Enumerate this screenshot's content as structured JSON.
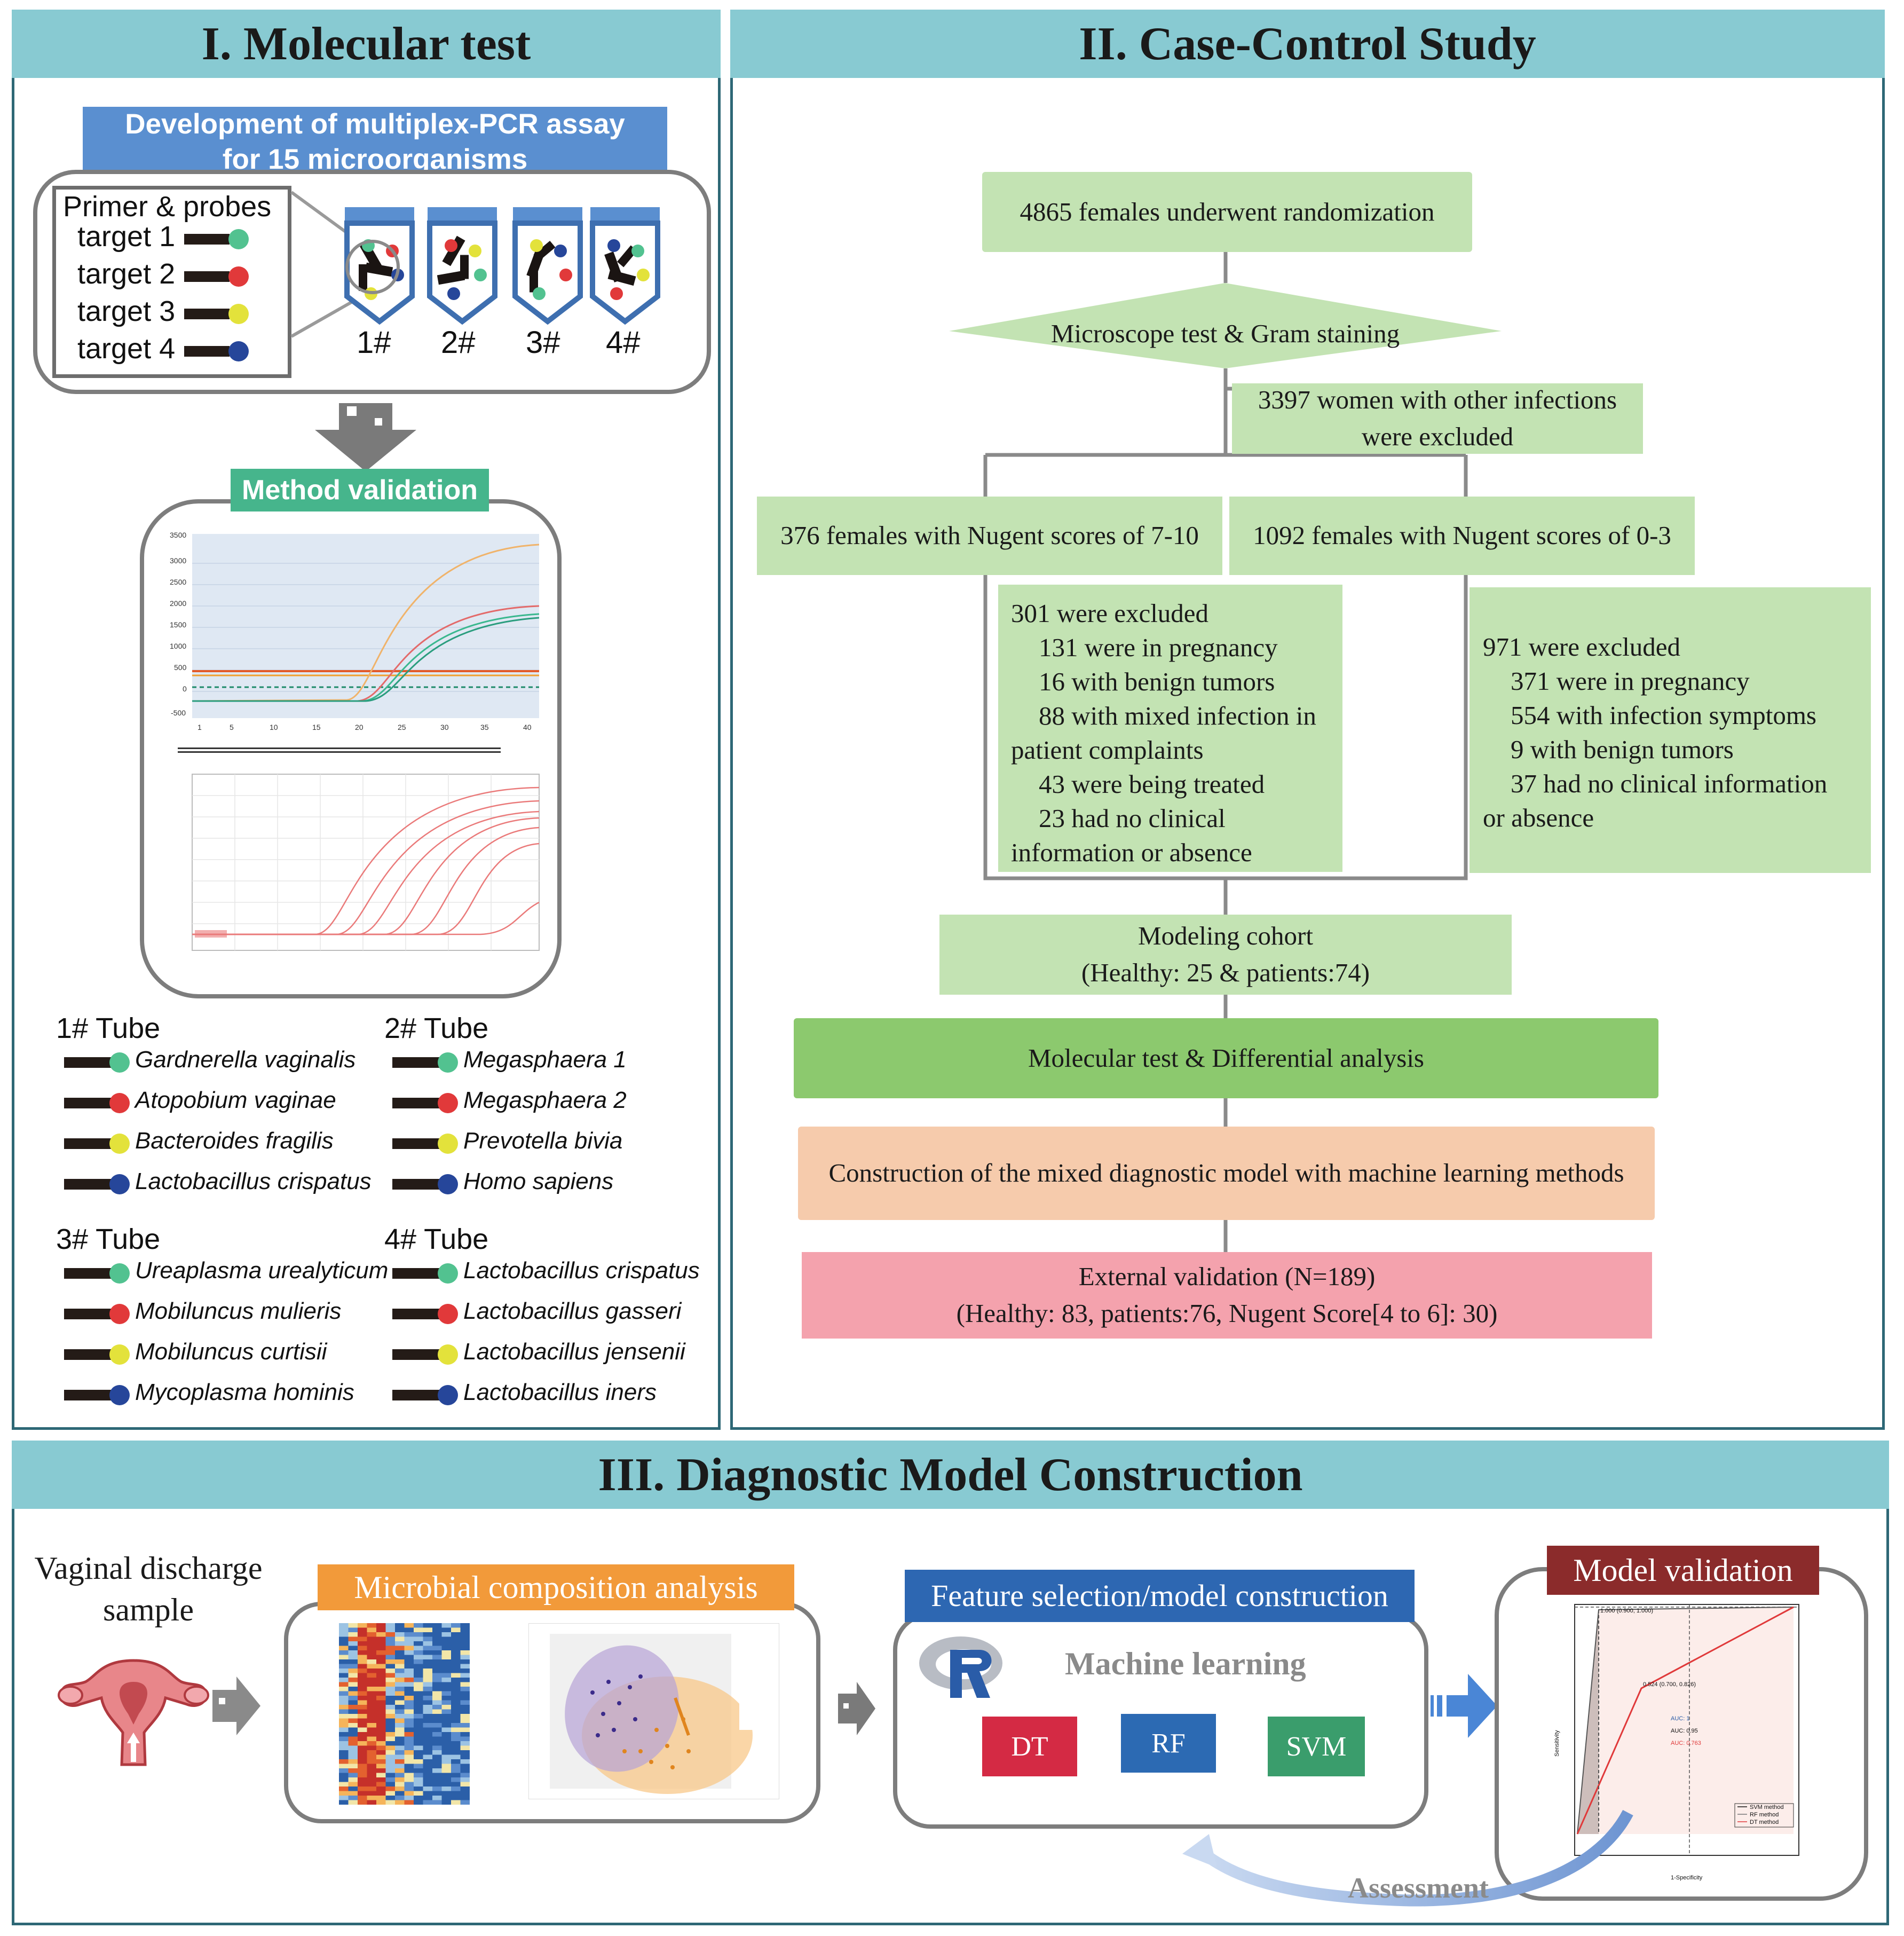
{
  "panel1": {
    "title": "I. Molecular test",
    "assay_title_line1": "Development of multiplex-PCR  assay",
    "assay_title_line2": "for 15 microorganisms",
    "primer_title": "Primer & probes",
    "targets": [
      "target 1",
      "target 2",
      "target 3",
      "target 4"
    ],
    "tube_numbers": [
      "1#",
      "2#",
      "3#",
      "4#"
    ],
    "method_validation": "Method validation",
    "tubes": [
      {
        "label": "1# Tube",
        "species": [
          "Gardnerella vaginalis",
          "Atopobium vaginae",
          "Bacteroides fragilis",
          "Lactobacillus crispatus"
        ]
      },
      {
        "label": "2# Tube",
        "species": [
          "Megasphaera 1",
          "Megasphaera 2",
          "Prevotella bivia",
          "Homo sapiens"
        ]
      },
      {
        "label": "3# Tube",
        "species": [
          "Ureaplasma urealyticum",
          "Mobiluncus mulieris",
          "Mobiluncus curtisii",
          "Mycoplasma hominis"
        ]
      },
      {
        "label": "4# Tube",
        "species": [
          "Lactobacillus crispatus",
          "Lactobacillus gasseri",
          "Lactobacillus jensenii",
          "Lactobacillus iners"
        ]
      }
    ]
  },
  "panel2": {
    "title": "II. Case-Control Study",
    "randomization": "4865 females underwent randomization",
    "microscope": "Microscope test & Gram staining",
    "other_infections_line1": "3397 women with other infections",
    "other_infections_line2": "were excluded",
    "nugent_high": "376 females with Nugent scores of 7-10",
    "nugent_low": "1092 females with Nugent scores of 0-3",
    "excluded_left": [
      "301 were excluded",
      "131 were in pregnancy",
      "16 with benign tumors",
      "88 with mixed infection in",
      "patient complaints",
      "43 were being treated",
      "23 had no clinical",
      "information or absence"
    ],
    "excluded_right": [
      "971 were excluded",
      "371 were in pregnancy",
      "554 with  infection symptoms",
      "9 with benign tumors",
      "37 had no clinical information",
      "or absence"
    ],
    "modeling_line1": "Modeling cohort",
    "modeling_line2": "(Healthy: 25 & patients:74)",
    "molecular": "Molecular test & Differential analysis",
    "construction": "Construction of the mixed diagnostic model with machine learning methods",
    "external_line1": "External validation (N=189)",
    "external_line2": "(Healthy:  83, patients:76, Nugent Score[4 to 6]: 30)"
  },
  "panel3": {
    "title": "III. Diagnostic Model Construction",
    "sample_line1": "Vaginal discharge",
    "sample_line2": "sample",
    "microbial": "Microbial composition analysis",
    "feature": "Feature selection/model construction",
    "machine_learning": "Machine learning",
    "methods": [
      "DT",
      "RF",
      "SVM"
    ],
    "model_validation": "Model validation",
    "assessment": "Assessment",
    "roc": {
      "auc_labels": [
        "AUC: 1",
        "AUC: 0.95",
        "AUC: 0.763"
      ],
      "point_labels": [
        "1.000 (0.900, 1.000)",
        "0.524 (0.700, 0.826)"
      ],
      "legend": [
        "SVM method",
        "RF method",
        "DT method"
      ],
      "xlabel": "1-Specificity",
      "ylabel": "Sensitivity"
    }
  },
  "colors": {
    "panel_header": "#88cad2",
    "panel_border": "#2e6876",
    "flow_green": "#c3e3b3",
    "molecular_green": "#8cc96e",
    "construction_peach": "#f6cbac",
    "external_pink": "#f4a2ad",
    "probe_green": "#52c290",
    "probe_red": "#e1393a",
    "probe_yellow": "#e3e23b",
    "probe_blue": "#26469a",
    "dt_red": "#d42a44",
    "rf_blue": "#2c6ab3",
    "svm_green": "#3a9d6c"
  }
}
